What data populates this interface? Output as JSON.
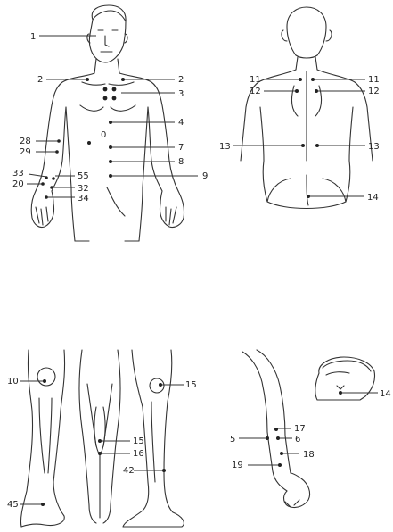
{
  "figures": {
    "front_torso": {
      "labels": {
        "p1": "1",
        "p2l": "2",
        "p2r": "2",
        "p3": "3",
        "p4": "4",
        "p0": "0",
        "p7": "7",
        "p8": "8",
        "p9": "9",
        "p28": "28",
        "p29": "29",
        "p33": "33",
        "p20": "20",
        "p55": "55",
        "p32": "32",
        "p34": "34"
      }
    },
    "back_torso": {
      "labels": {
        "p11l": "11",
        "p11r": "11",
        "p12l": "12",
        "p12r": "12",
        "p13l": "13",
        "p13r": "13",
        "p14": "14"
      }
    },
    "legs": {
      "labels": {
        "p10": "10",
        "p15a": "15",
        "p15b": "15",
        "p16": "16",
        "p42": "42",
        "p45": "45"
      }
    },
    "arm": {
      "labels": {
        "p17": "17",
        "p5": "5",
        "p6": "6",
        "p18": "18",
        "p19": "19"
      }
    },
    "head_top": {
      "labels": {
        "p14h": "14"
      }
    }
  }
}
